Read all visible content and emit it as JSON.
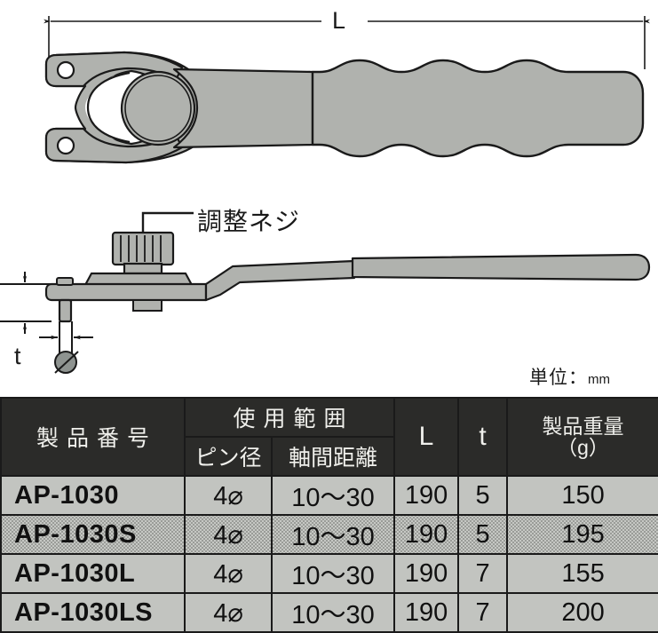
{
  "diagram": {
    "top_view": {
      "name": "pin-spanner-wrench-top-view",
      "dimension_label_L": "L",
      "fill_color": "#b0b2ae",
      "outline_color": "#1a1a1a"
    },
    "side_view": {
      "name": "pin-spanner-wrench-side-view",
      "callout_label": "調整ネジ",
      "thickness_label": "t",
      "pin_diameter_symbol": "⌀"
    },
    "unit_note": "単位：",
    "unit_value": "mm"
  },
  "table": {
    "header": {
      "model_no": "製品番号",
      "usage_range": "使用範囲",
      "pin_diameter": "ピン径",
      "shaft_distance": "軸間距離",
      "length": "L",
      "thickness": "t",
      "weight_line1": "製品重量",
      "weight_line2": "（g）"
    },
    "rows": [
      {
        "model": "AP-1030",
        "pin_dia": "4",
        "pin_dia_symbol": "⌀",
        "shaft_distance": "10〜30",
        "L": "190",
        "t": "5",
        "weight": "150",
        "shaded": false
      },
      {
        "model": "AP-1030S",
        "pin_dia": "4",
        "pin_dia_symbol": "⌀",
        "shaft_distance": "10〜30",
        "L": "190",
        "t": "5",
        "weight": "195",
        "shaded": true
      },
      {
        "model": "AP-1030L",
        "pin_dia": "4",
        "pin_dia_symbol": "⌀",
        "shaft_distance": "10〜30",
        "L": "190",
        "t": "7",
        "weight": "155",
        "shaded": false
      },
      {
        "model": "AP-1030LS",
        "pin_dia": "4",
        "pin_dia_symbol": "⌀",
        "shaft_distance": "10〜30",
        "L": "190",
        "t": "7",
        "weight": "200",
        "shaded": false
      }
    ]
  },
  "colors": {
    "header_bg": "#2b2b29",
    "header_text": "#f0f0ec",
    "row_bg": "#c2c4c0",
    "row_shaded_bg": "#a9aba7",
    "metal_fill": "#b0b2ae",
    "line": "#1a1a1a"
  }
}
